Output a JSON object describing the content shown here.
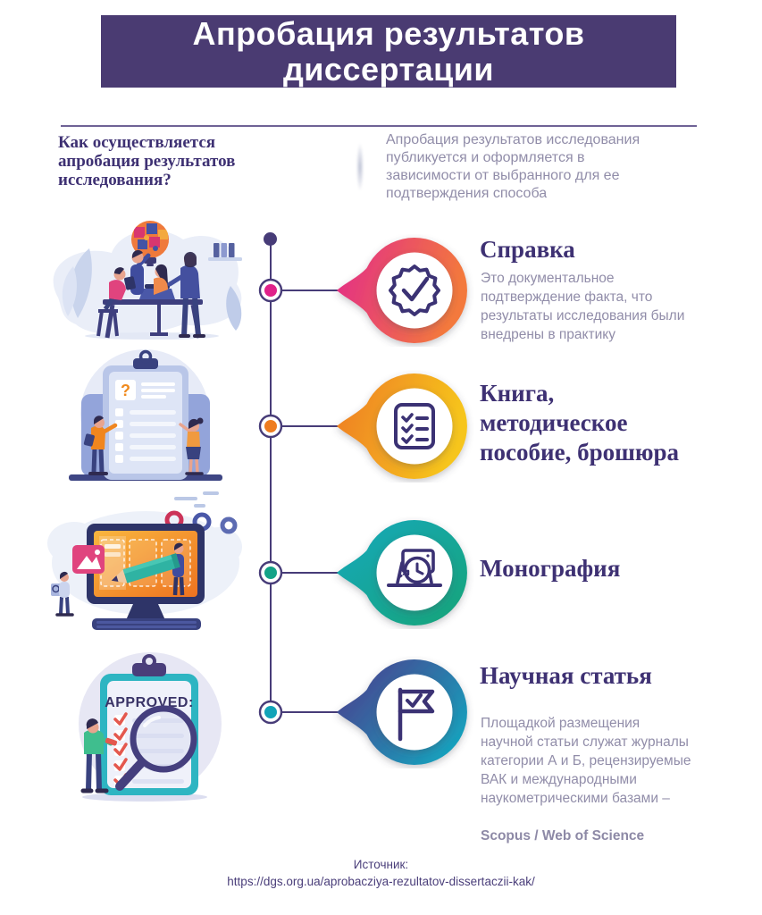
{
  "header": {
    "title": "Апробация результатов\nдиссертации",
    "bg_color": "#4A3B72",
    "text_color": "#FFFFFF"
  },
  "intro": {
    "question": "Как осуществляется\nапробация результатов\nисследования?",
    "description": "Апробация результатов исследования\nпубликуется и оформляется в\nзависимости от выбранного для ее\nподтверждения способа"
  },
  "timeline": {
    "line_color": "#473C78",
    "items": [
      {
        "title": "Справка",
        "description": "Это документальное\nподтверждение факта, что\nрезультаты исследования были\nвнедрены в практику",
        "icon": "badge-check-icon",
        "dot_color": "#E0218A",
        "gradient": [
          "#E22A8B",
          "#F3793C"
        ]
      },
      {
        "title": "Книга,\nметодическое\nпособие, брошюра",
        "description": "",
        "icon": "checklist-icon",
        "dot_color": "#EE7C1F",
        "gradient": [
          "#EE7B22",
          "#F6C51E"
        ]
      },
      {
        "title": "Монография",
        "description": "",
        "icon": "laptop-clock-icon",
        "dot_color": "#13A287",
        "gradient": [
          "#14A8BC",
          "#12A478"
        ]
      },
      {
        "title": "Научная статья",
        "description": "Площадкой размещения\nнаучной статьи служат журналы\nкатегории А и Б, рецензируемые\nВАК и международными\nнаукометрическими базами –",
        "description_bold": "Scopus / Web of Science",
        "icon": "flag-check-icon",
        "dot_color": "#12A3B8",
        "gradient": [
          "#4B3E8E",
          "#13A8C0"
        ]
      }
    ]
  },
  "illustrations": {
    "team_alt": "team-discussion-illustration",
    "clipboard_alt": "question-checklist-illustration",
    "monitor_alt": "design-monitor-illustration",
    "approved_alt": "approved-checklist-illustration",
    "question_mark": "?",
    "approved_label": "APPROVED:"
  },
  "footer": {
    "label": "Источник:",
    "url": "https://dgs.org.ua/aprobacziya-rezultatov-dissertaczii-kak/"
  }
}
